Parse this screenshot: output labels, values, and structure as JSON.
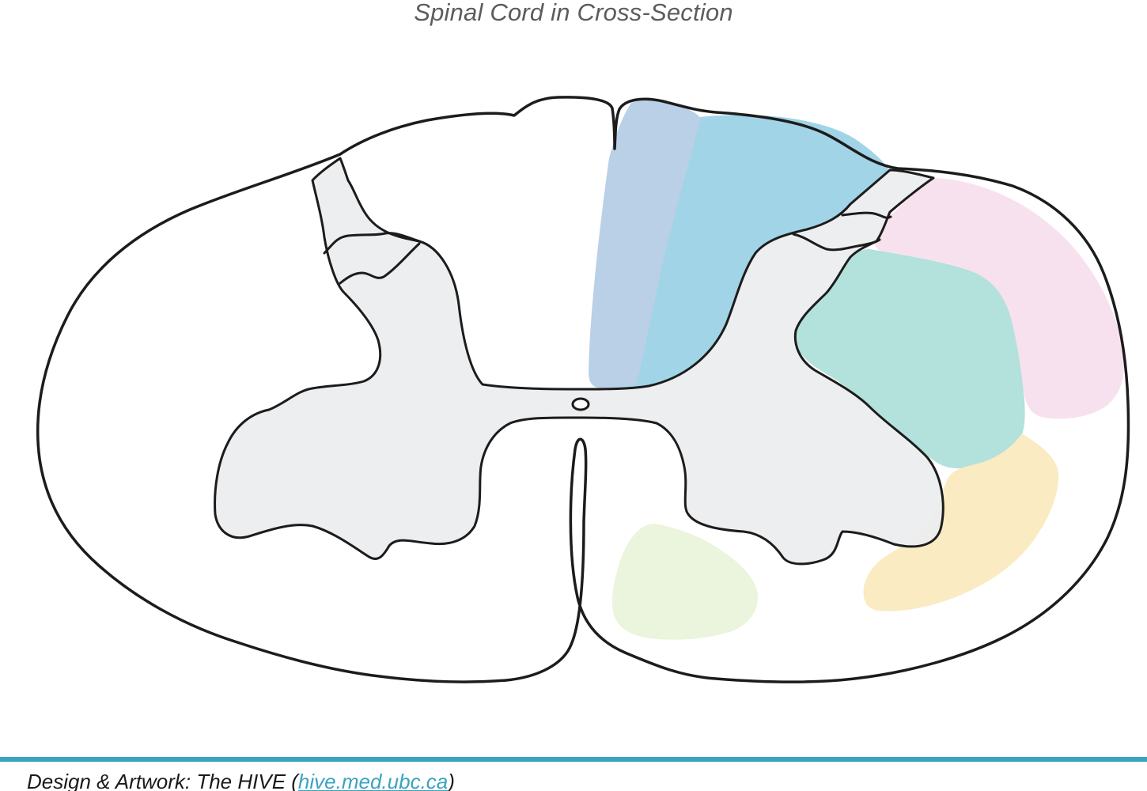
{
  "title": "Spinal Cord in Cross-Section",
  "credit": {
    "prefix": "Design & Artwork:  The HIVE (",
    "link_text": "hive.med.ubc.ca",
    "suffix": ")"
  },
  "colors": {
    "outline": "#1c1c1c",
    "grey_matter": "#ecedef",
    "white_matter": "#ffffff",
    "fasciculus_gracilis": "#b9d0e6",
    "fasciculus_cuneatus": "#a1d4e6",
    "lateral_corticospinal": "#b3e1dc",
    "spinocerebellar": "#f8e1ee",
    "spinothalamic": "#faebc3",
    "anterior_corticospinal": "#ebf4dc",
    "footer_rule": "#3aa3c0",
    "link": "#3aa3c0"
  }
}
